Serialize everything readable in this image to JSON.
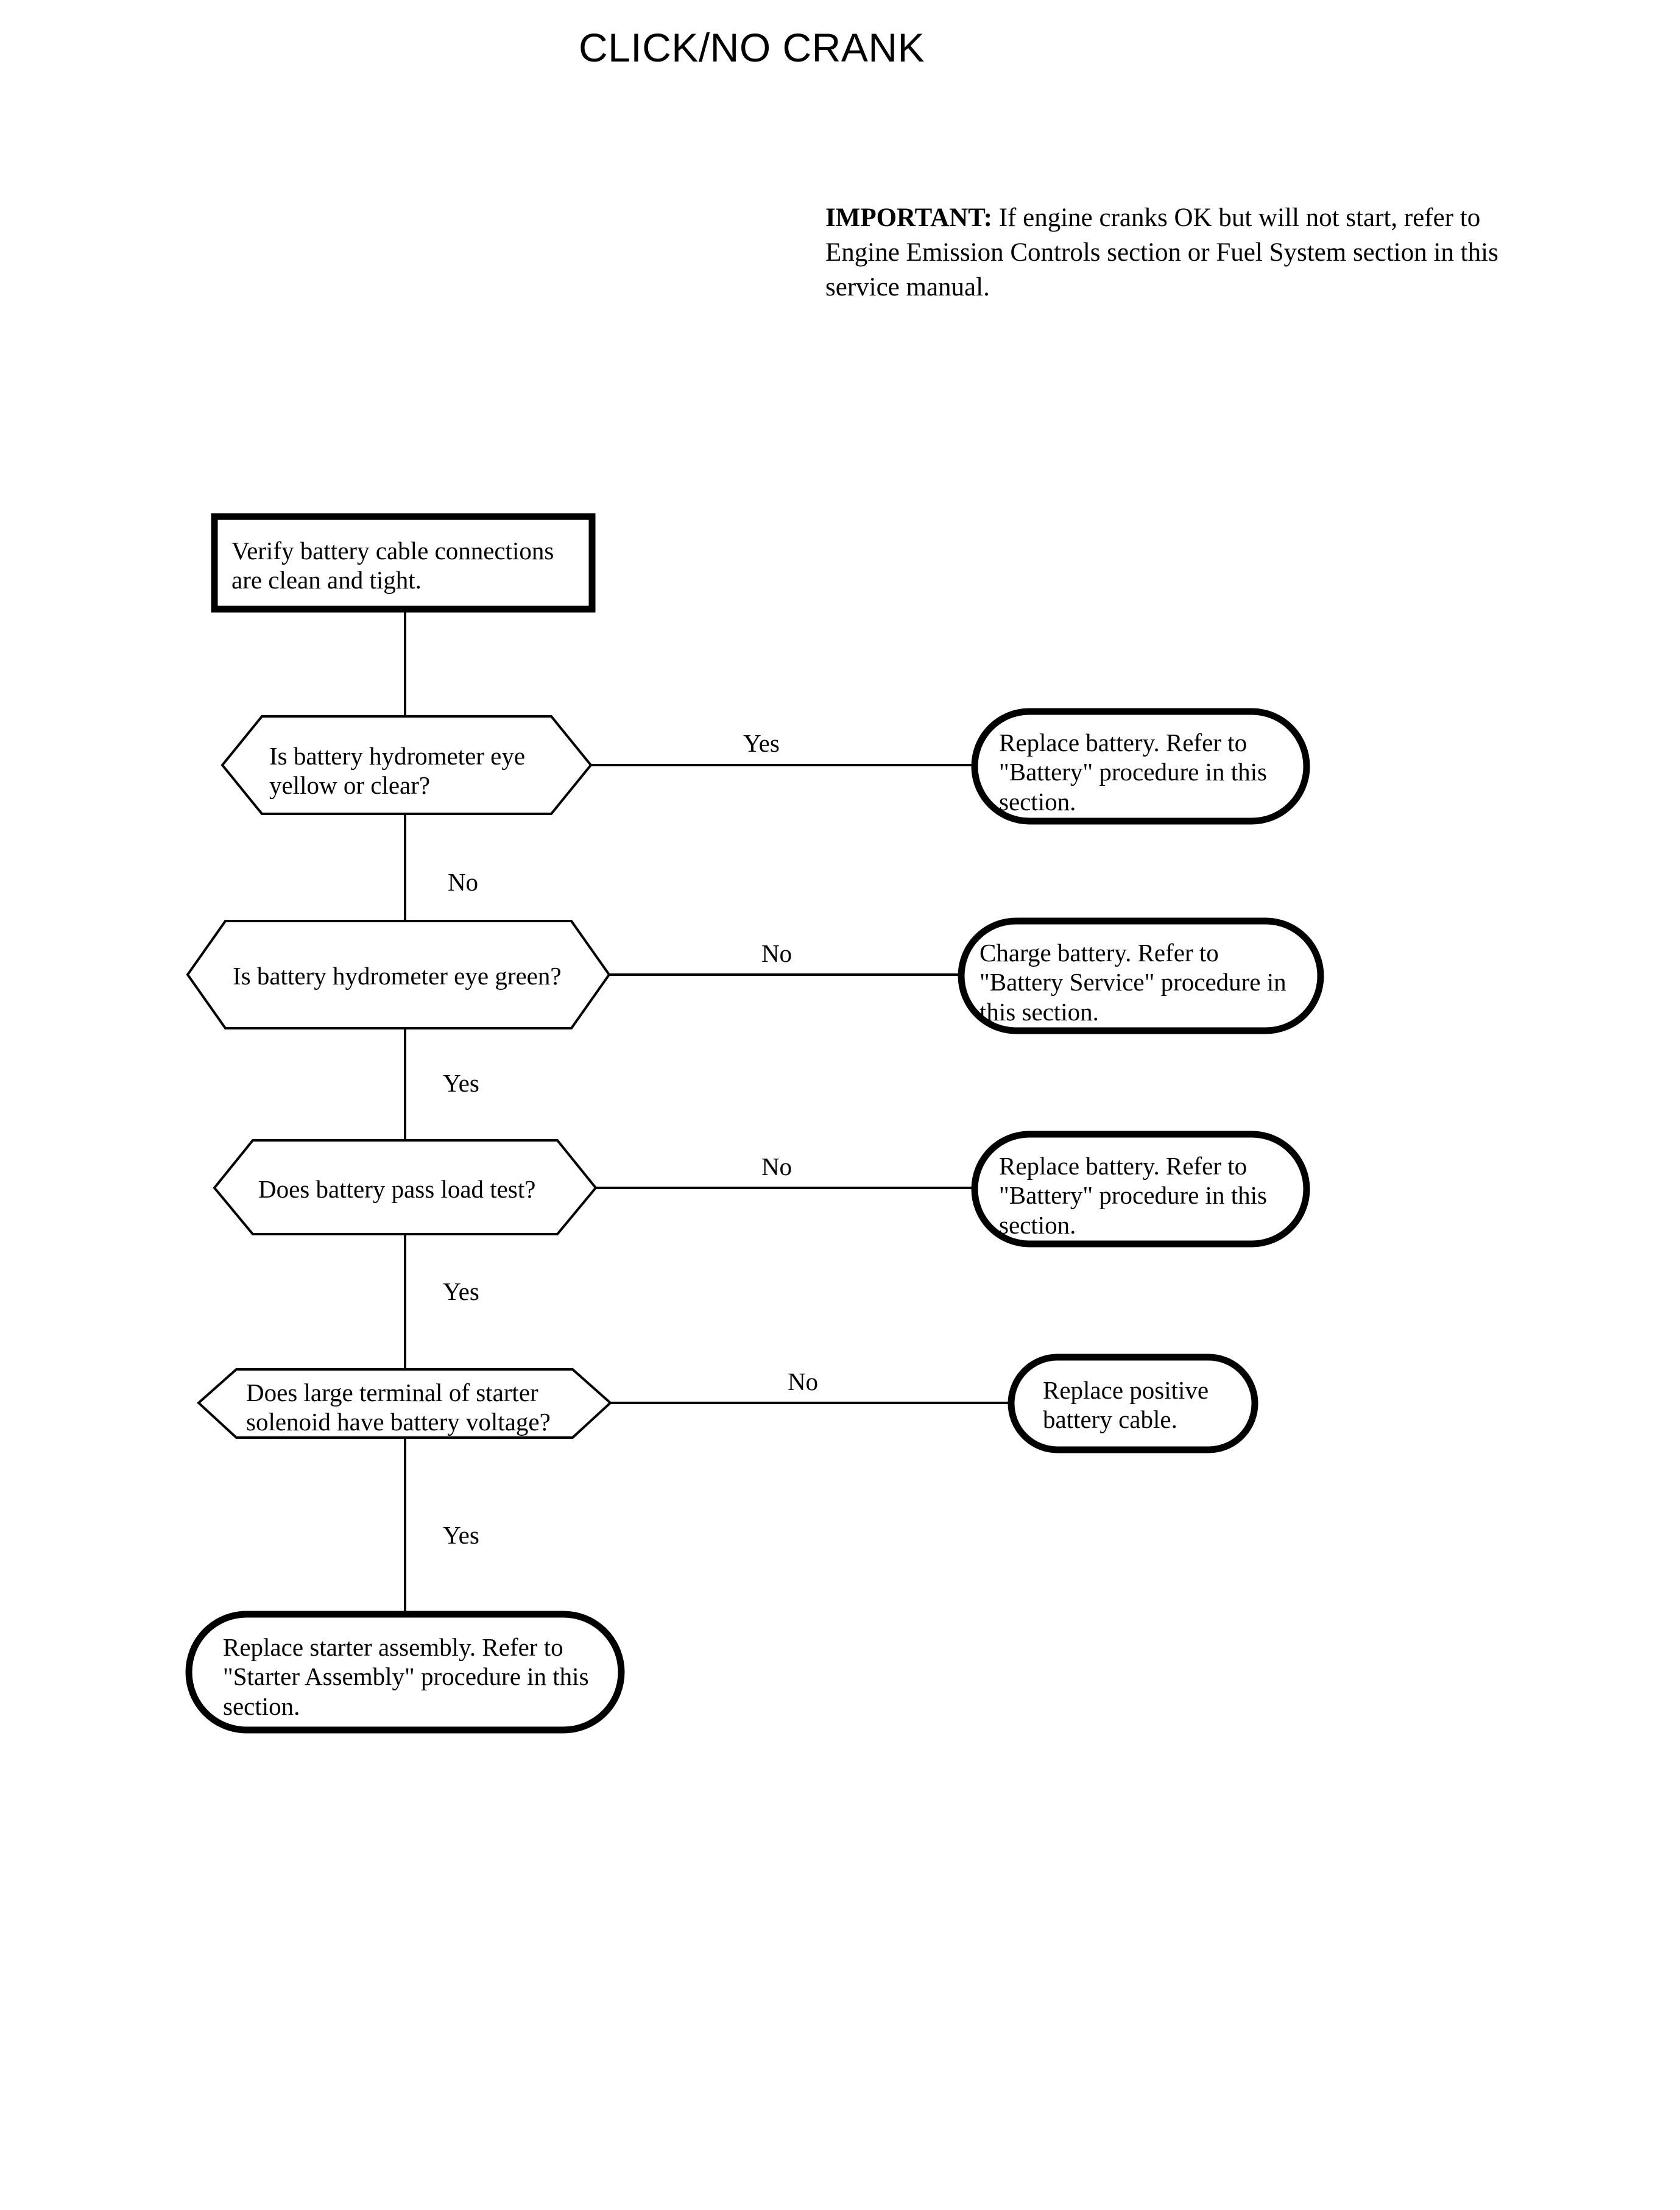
{
  "document": {
    "title": "CLICK/NO CRANK",
    "important_note": {
      "lead": "IMPORTANT:",
      "body": "If engine cranks OK but will not start, refer to Engine Emission Controls section or Fuel System section in this service manual."
    }
  },
  "chart_data": {
    "type": "diagram",
    "diagram_kind": "flowchart",
    "title": "CLICK/NO CRANK",
    "colors": {
      "stroke": "#000000",
      "fill": "#ffffff",
      "text": "#000000"
    },
    "nodes": [
      {
        "id": "n1",
        "shape": "rectangle",
        "text": "Verify battery cable connections are clean and tight.",
        "lines": [
          "Verify battery cable connections",
          "are clean and tight."
        ]
      },
      {
        "id": "d1",
        "shape": "hexagon",
        "text": "Is battery hydrometer eye yellow or clear?",
        "lines": [
          "Is battery hydrometer eye",
          "yellow or clear?"
        ]
      },
      {
        "id": "t1",
        "shape": "stadium",
        "text": "Replace battery. Refer to \"Battery\" procedure in this section.",
        "lines": [
          "Replace battery. Refer to",
          "\"Battery\" procedure in",
          "this section."
        ]
      },
      {
        "id": "d2",
        "shape": "hexagon",
        "text": "Is battery hydrometer eye green?",
        "lines": [
          "Is battery hydrometer eye green?"
        ]
      },
      {
        "id": "t2",
        "shape": "stadium",
        "text": "Charge battery. Refer to \"Battery Service\" procedure in this section.",
        "lines": [
          "Charge battery. Refer to",
          "\"Battery Service\" procedure",
          "in this section."
        ]
      },
      {
        "id": "d3",
        "shape": "hexagon",
        "text": "Does battery pass load test?",
        "lines": [
          "Does battery pass load test?"
        ]
      },
      {
        "id": "t3",
        "shape": "stadium",
        "text": "Replace battery. Refer to \"Battery\" procedure in this section.",
        "lines": [
          "Replace battery. Refer to",
          "\"Battery\" procedure in",
          "this section."
        ]
      },
      {
        "id": "d4",
        "shape": "hexagon",
        "text": "Does large terminal of starter solenoid have battery voltage?",
        "lines": [
          "Does large terminal of starter",
          "solenoid have battery voltage?"
        ]
      },
      {
        "id": "t4",
        "shape": "stadium",
        "text": "Replace positive battery cable.",
        "lines": [
          "Replace positive",
          "battery cable."
        ]
      },
      {
        "id": "t5",
        "shape": "stadium",
        "text": "Replace starter assembly. Refer to \"Starter Assembly\" procedure in this section.",
        "lines": [
          "Replace starter assembly. Refer to",
          "\"Starter Assembly\" procedure in",
          "this section."
        ]
      }
    ],
    "edges": [
      {
        "from": "n1",
        "to": "d1",
        "label": ""
      },
      {
        "from": "d1",
        "to": "t1",
        "label": "Yes"
      },
      {
        "from": "d1",
        "to": "d2",
        "label": "No"
      },
      {
        "from": "d2",
        "to": "t2",
        "label": "No"
      },
      {
        "from": "d2",
        "to": "d3",
        "label": "Yes"
      },
      {
        "from": "d3",
        "to": "t3",
        "label": "No"
      },
      {
        "from": "d3",
        "to": "d4",
        "label": "Yes"
      },
      {
        "from": "d4",
        "to": "t4",
        "label": "No"
      },
      {
        "from": "d4",
        "to": "t5",
        "label": "Yes"
      }
    ],
    "branch_labels": {
      "d1_yes": "Yes",
      "d1_no": "No",
      "d2_no": "No",
      "d2_yes": "Yes",
      "d3_no": "No",
      "d3_yes": "Yes",
      "d4_no": "No",
      "d4_yes": "Yes"
    }
  }
}
